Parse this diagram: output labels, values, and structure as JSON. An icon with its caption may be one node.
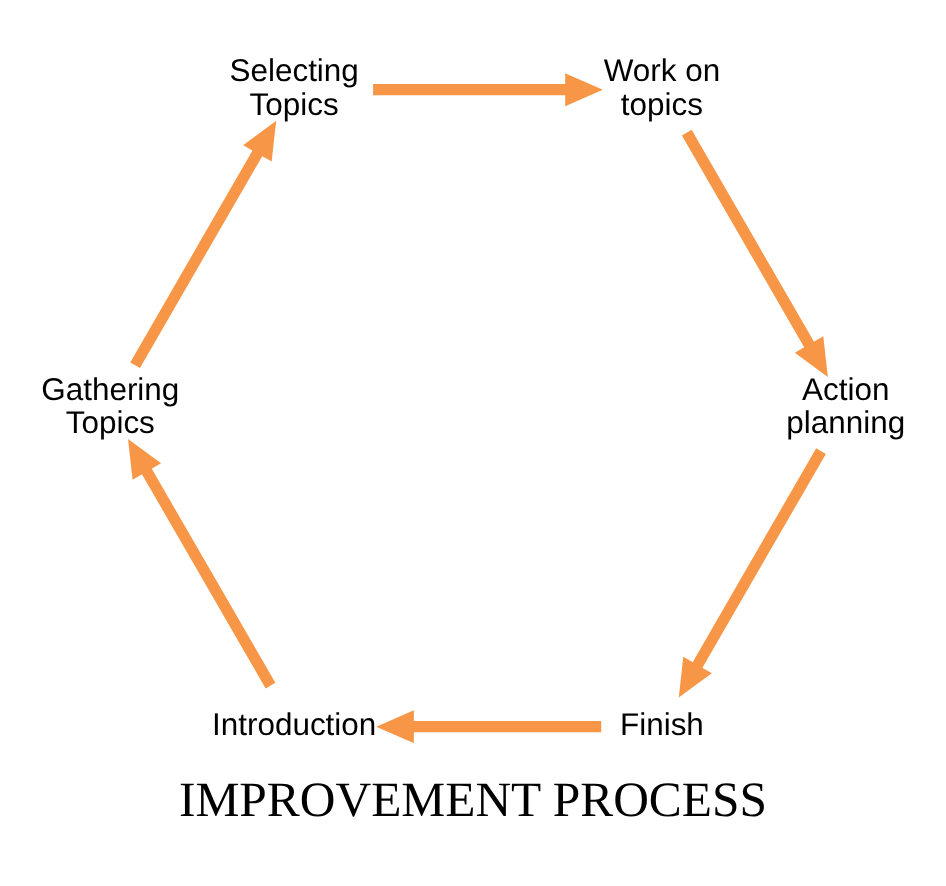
{
  "diagram": {
    "title": "IMPROVEMENT PROCESS",
    "nodes": [
      {
        "text": [
          "Finish"
        ]
      },
      {
        "text": [
          "Introduction"
        ]
      },
      {
        "text": [
          "Gathering Topics"
        ]
      },
      {
        "text": [
          "Selecting Topics"
        ]
      },
      {
        "text": [
          "Work on topics"
        ]
      },
      {
        "text": [
          "Action planning"
        ]
      }
    ],
    "edges": [
      {
        "from": 0,
        "to": 1,
        "arrow": "to"
      },
      {
        "from": 1,
        "to": 2,
        "arrow": "to"
      },
      {
        "from": 2,
        "to": 3,
        "arrow": "to"
      },
      {
        "from": 3,
        "to": 4,
        "arrow": "to"
      },
      {
        "from": 4,
        "to": 5,
        "arrow": "to"
      },
      {
        "from": 5,
        "to": 0,
        "arrow": "to"
      }
    ]
  }
}
